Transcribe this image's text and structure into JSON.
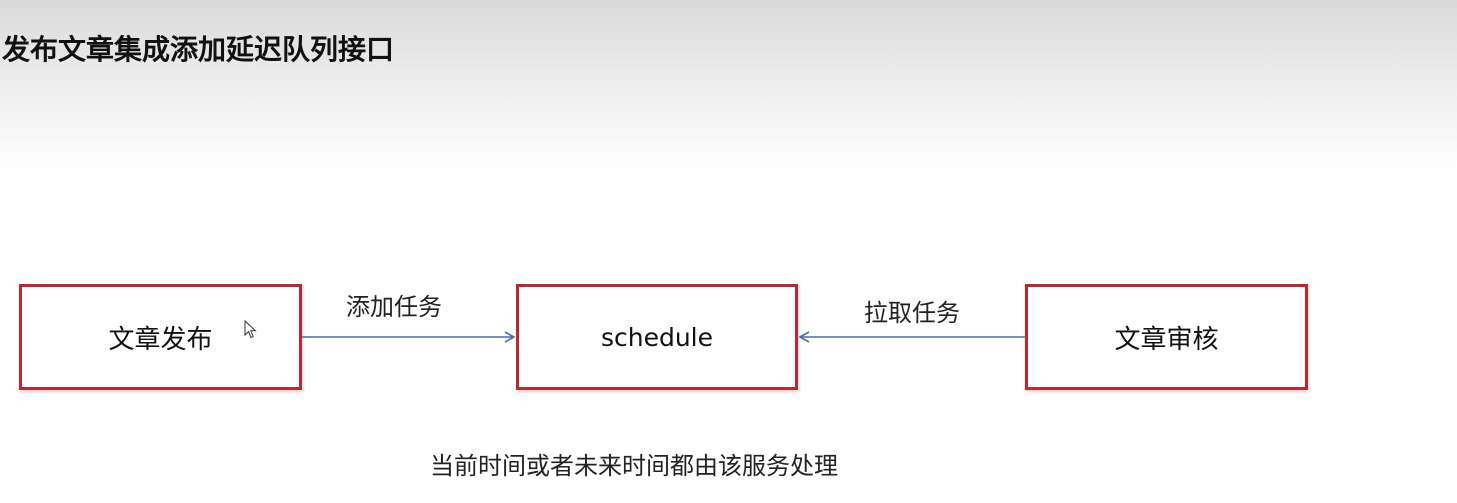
{
  "title": "发布文章集成添加延迟队列接口",
  "nodes": {
    "publish": "文章发布",
    "schedule": "schedule",
    "review": "文章审核"
  },
  "edges": {
    "add_task": "添加任务",
    "pull_task": "拉取任务"
  },
  "note": "当前时间或者未来时间都由该服务处理",
  "colors": {
    "node_border": "#c0272d",
    "arrow": "#4a6fa5"
  },
  "icons": {
    "cursor": "mouse-pointer-icon"
  }
}
